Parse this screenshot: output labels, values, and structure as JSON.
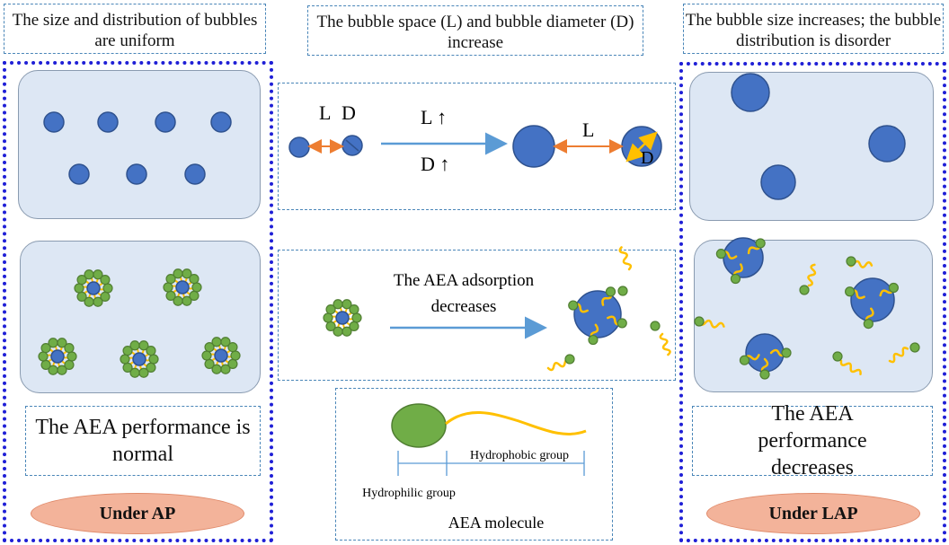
{
  "captions": {
    "left_top": "The size and distribution of bubbles are uniform",
    "center_top": "The bubble space (L) and bubble diameter (D) increase",
    "right_top": "The bubble size increases; the bubble distribution is disorder",
    "left_performance": "The AEA performance is normal",
    "right_performance": "The AEA performance decreases",
    "left_condition": "Under AP",
    "right_condition": "Under LAP"
  },
  "bubble_diagram": {
    "label_L_small": "L",
    "label_D_small": "D",
    "arrow_L": "L ↑",
    "arrow_D": "D ↑",
    "label_L_large": "L",
    "label_D_large": "D"
  },
  "adsorption": {
    "text_line1": "The AEA adsorption",
    "text_line2": "decreases"
  },
  "molecule": {
    "hydrophobic": "Hydrophobic group",
    "hydrophilic": "Hydrophilic group",
    "title": "AEA molecule"
  },
  "colors": {
    "bubble": "#4472c4",
    "bubble_stroke": "#2f528f",
    "hydrophilic_head": "#70ad47",
    "hydrophobic_tail": "#ffc000",
    "arrow_orange": "#ed7d31",
    "arrow_blue": "#5b9bd5",
    "frame_dotted": "#1f1fd6",
    "panel_fill": "#dde7f4",
    "oval_fill": "#f3b39a"
  }
}
